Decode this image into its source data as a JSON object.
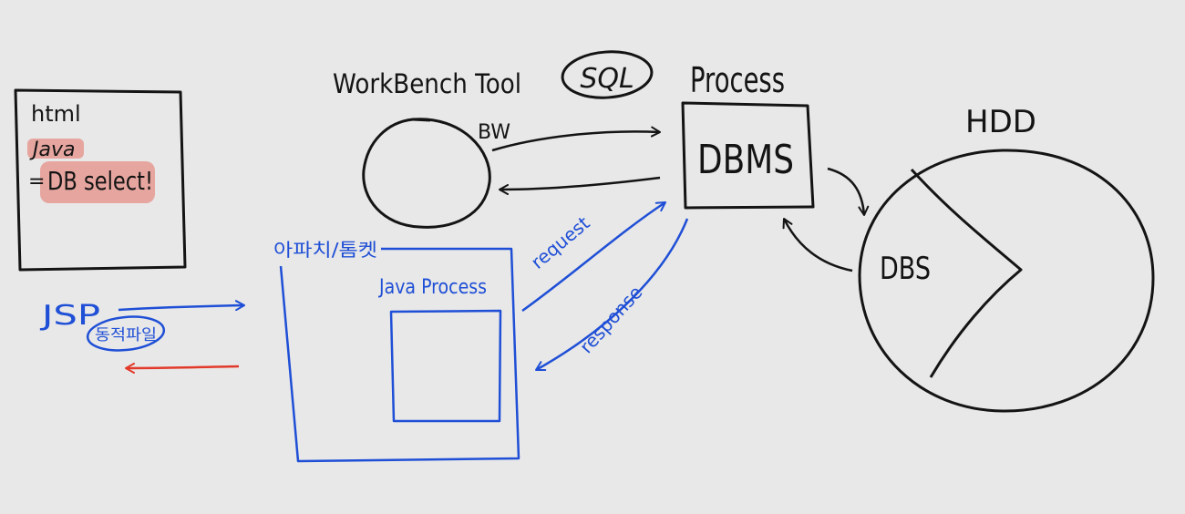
{
  "colors": {
    "ink": "#141414",
    "blue": "#1f4fd6",
    "red": "#e23a2a",
    "highlight": "#e59a92",
    "background": "#e8e8e8"
  },
  "labels": {
    "html_box_title": "html",
    "html_box_java": "Java",
    "html_box_db_select": "DB select!",
    "html_box_bullet": "=",
    "workbench": "WorkBench Tool",
    "sql": "SQL",
    "process": "Process",
    "bw": "BW",
    "dbms": "DBMS",
    "hdd": "HDD",
    "dbs": "DBS",
    "apache_tomcat": "아파치/톰켓",
    "java_process": "Java Process",
    "request": "request",
    "response": "response",
    "jsp": "JSP",
    "dynamic_page": "동적파일"
  }
}
